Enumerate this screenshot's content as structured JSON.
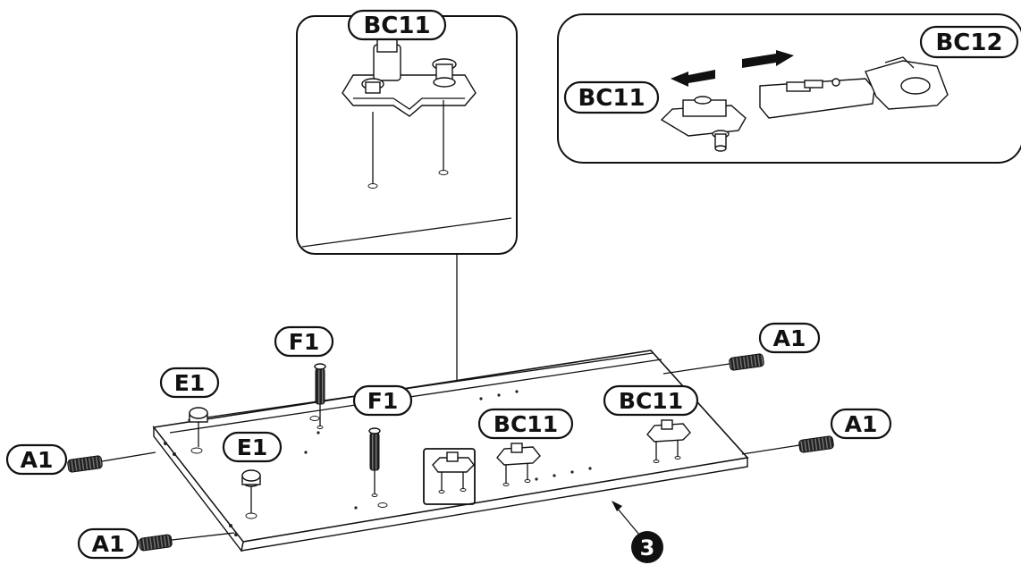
{
  "labels": {
    "bc11_zoom": "BC11",
    "bc11_hinge": "BC11",
    "bc12_hinge": "BC12",
    "f1_top": "F1",
    "f1_mid": "F1",
    "e1_top": "E1",
    "e1_mid": "E1",
    "bc11_panel_mid": "BC11",
    "bc11_panel_right": "BC11",
    "a1_top_right": "A1",
    "a1_mid_right": "A1",
    "a1_left": "A1",
    "a1_bottom_left": "A1",
    "panel_number": "3"
  }
}
